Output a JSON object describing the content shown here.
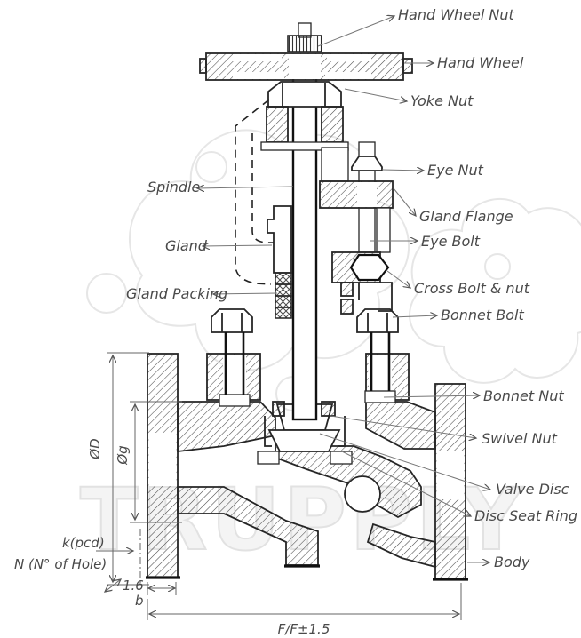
{
  "diagram": {
    "watermark": "TRUPPLY",
    "labels": {
      "hand_wheel_nut": "Hand Wheel Nut",
      "hand_wheel": "Hand Wheel",
      "yoke_nut": "Yoke Nut",
      "eye_nut": "Eye Nut",
      "gland_flange": "Gland Flange",
      "eye_bolt": "Eye Bolt",
      "cross_bolt": "Cross Bolt & nut",
      "bonnet_bolt": "Bonnet Bolt",
      "bonnet_nut": "Bonnet Nut",
      "swivel_nut": "Swivel Nut",
      "valve_disc": "Valve Disc",
      "disc_seat_ring": "Disc Seat Ring",
      "body": "Body",
      "spindle": "Spindle",
      "gland": "Gland",
      "gland_packing": "Gland Packing"
    },
    "dimensions": {
      "outer_diameter": "ØD",
      "port_diameter": "Øg",
      "bolt_circle": "k(pcd)",
      "holes": "N (N° of Hole)",
      "raised_face": "1.6",
      "flange_thickness": "b",
      "face_to_face": "F/F±1.5"
    },
    "colors": {
      "line": "#262626",
      "label": "#4a4a4a",
      "watermark": "#e4e4e4",
      "background": "#ffffff"
    }
  }
}
